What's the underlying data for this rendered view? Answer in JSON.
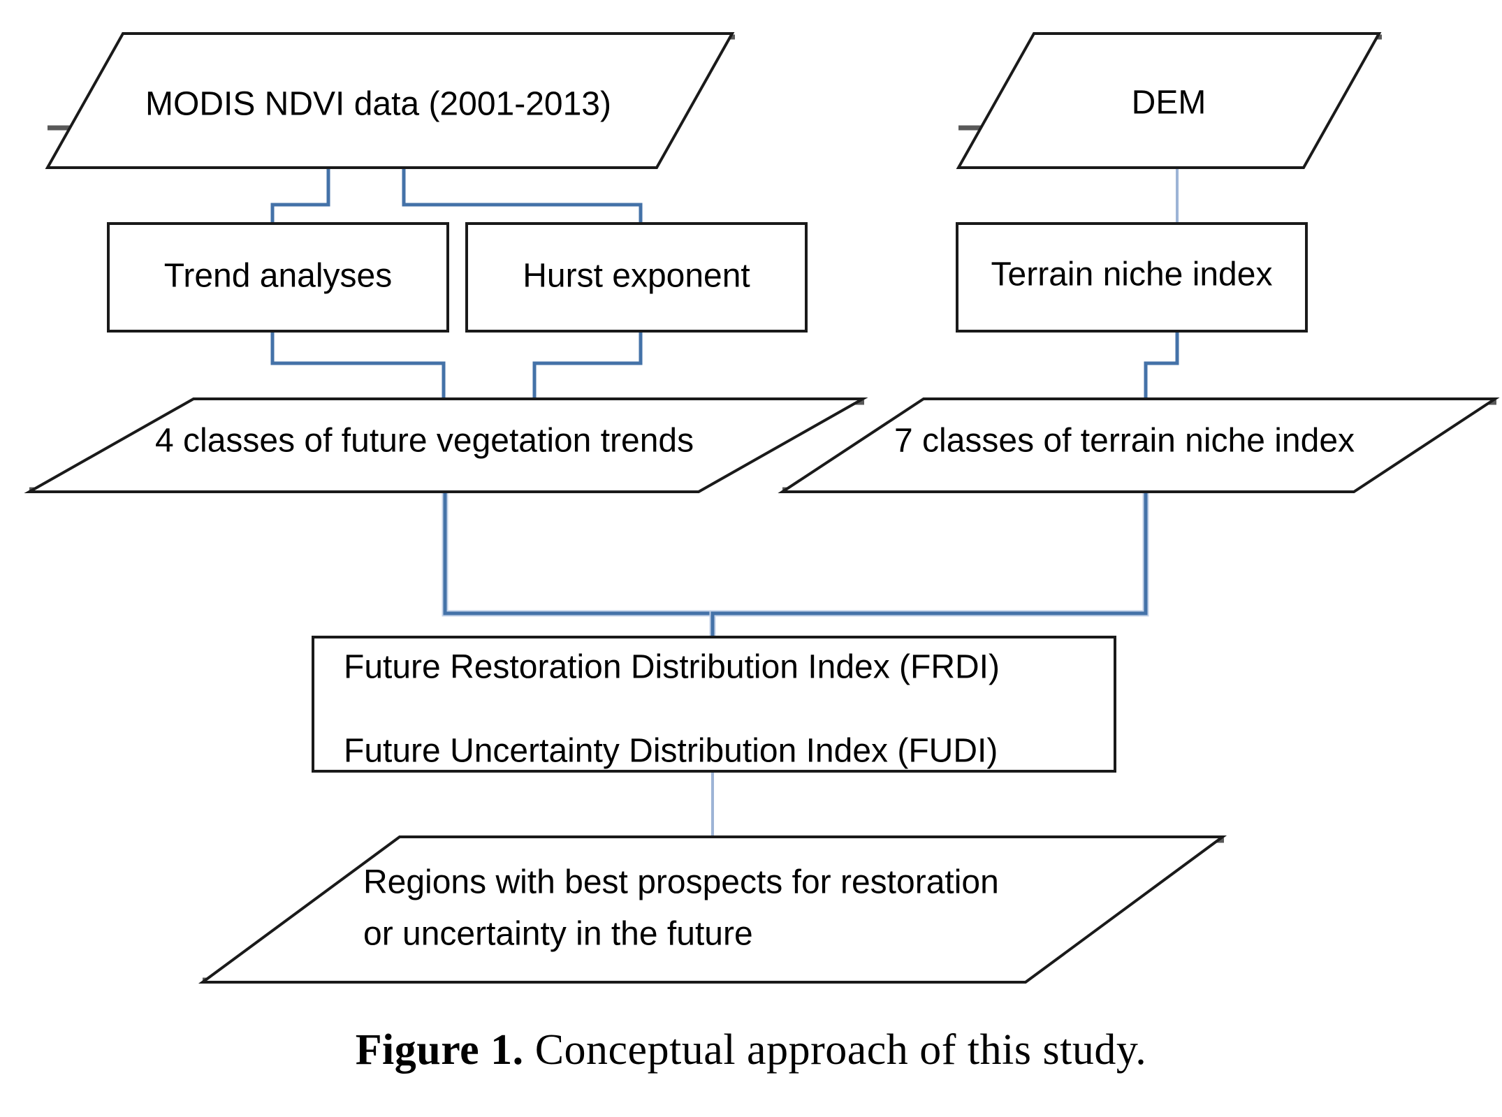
{
  "figure": {
    "caption_label": "Figure 1.",
    "caption_text": " Conceptual approach of this study.",
    "colors": {
      "connector_blue": "#4472A8",
      "connector_faint_blue": "#9DB4D6",
      "shape_stroke": "#1a1a1a",
      "shape_fill": "#ffffff",
      "shadow": "#595959",
      "text": "#000000",
      "background": "#ffffff"
    }
  },
  "diagram": {
    "type": "flowchart",
    "nodes": [
      {
        "id": "modis",
        "shape": "parallelogram",
        "label": "MODIS NDVI data (2001-2013)"
      },
      {
        "id": "dem",
        "shape": "parallelogram",
        "label": "DEM"
      },
      {
        "id": "trend",
        "shape": "rectangle",
        "label": "Trend analyses"
      },
      {
        "id": "hurst",
        "shape": "rectangle",
        "label": "Hurst exponent"
      },
      {
        "id": "terrain",
        "shape": "rectangle",
        "label": "Terrain niche index"
      },
      {
        "id": "veg_classes",
        "shape": "parallelogram",
        "label": "4 classes of future vegetation trends"
      },
      {
        "id": "tni_classes",
        "shape": "parallelogram",
        "label": "7 classes of terrain niche index"
      },
      {
        "id": "indices",
        "shape": "rectangle",
        "label_line1": "Future Restoration Distribution Index (FRDI)",
        "label_line2": "Future Uncertainty Distribution Index (FUDI)"
      },
      {
        "id": "regions",
        "shape": "parallelogram",
        "label_line1": "Regions with best prospects for restoration",
        "label_line2": "or uncertainty in the future"
      }
    ],
    "edges": [
      {
        "from": "modis",
        "to": "trend"
      },
      {
        "from": "modis",
        "to": "hurst"
      },
      {
        "from": "dem",
        "to": "terrain"
      },
      {
        "from": "trend",
        "to": "veg_classes"
      },
      {
        "from": "hurst",
        "to": "veg_classes"
      },
      {
        "from": "terrain",
        "to": "tni_classes"
      },
      {
        "from": "veg_classes",
        "to": "indices"
      },
      {
        "from": "tni_classes",
        "to": "indices"
      },
      {
        "from": "indices",
        "to": "regions"
      }
    ]
  }
}
